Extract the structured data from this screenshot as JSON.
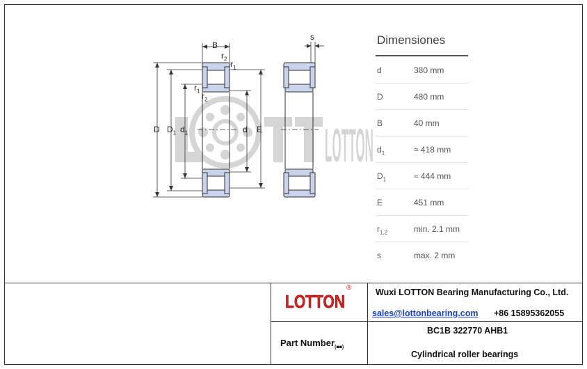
{
  "watermark": {
    "text": "LOTTON"
  },
  "drawing": {
    "labels": {
      "B": "B",
      "s": "s",
      "r2": "r",
      "r2_sub": "2",
      "r1": "r",
      "r1_sub": "1",
      "r1b": "r",
      "r1b_sub": "1",
      "r2b": "r",
      "r2b_sub": "2",
      "D": "D",
      "D1": "D",
      "D1_sub": "1",
      "d1": "d",
      "d1_sub": "1",
      "d": "d",
      "E": "E"
    }
  },
  "dimensions": {
    "title": "Dimensiones",
    "rows": [
      {
        "sym": "d",
        "sub": "",
        "value": "380 mm"
      },
      {
        "sym": "D",
        "sub": "",
        "value": "480 mm"
      },
      {
        "sym": "B",
        "sub": "",
        "value": "40 mm"
      },
      {
        "sym": "d",
        "sub": "1",
        "value": "≈ 418 mm"
      },
      {
        "sym": "D",
        "sub": "1",
        "value": "≈ 444 mm"
      },
      {
        "sym": "E",
        "sub": "",
        "value": "451 mm"
      },
      {
        "sym": "r",
        "sub": "1,2",
        "value": "min. 2.1 mm"
      },
      {
        "sym": "s",
        "sub": "",
        "value": "max. 2 mm"
      }
    ]
  },
  "footer": {
    "logo_text": "LOTTON",
    "logo_mark": "®",
    "company": "Wuxi LOTTON Bearing Manufacturing Co., Ltd.",
    "email": "sales@lottonbearing.com",
    "phone": "+86 15895362055",
    "part_label": "Part Number",
    "part_label_sub": "(■■)",
    "part_code": "BC1B 322770 AHB1",
    "part_type": "Cylindrical roller bearings"
  },
  "colors": {
    "bearing_fill": "#c9d3ec",
    "logo_red": "#d8231f",
    "link": "#1a3fd6"
  }
}
